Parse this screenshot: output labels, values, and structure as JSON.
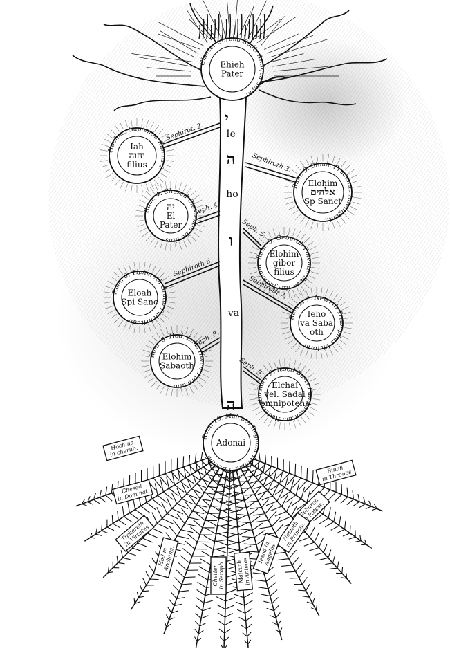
{
  "trunk": {
    "letters": [
      "י",
      "Ie",
      "ה",
      "ho",
      "ו",
      "va",
      "ה"
    ]
  },
  "top": {
    "sefira": {
      "lines": [
        "Ehieh",
        "Pater"
      ],
      "ring": "Chetter Corona Radix Antiqua Seph."
    }
  },
  "branches": [
    {
      "label": "Sephirot. 2.",
      "lines": [
        "Iah",
        "יהוה",
        "filius"
      ],
      "heading": "Hochma",
      "ring": "Hochma Sapientia Ramus 2."
    },
    {
      "label": "Sephiroth 3.",
      "lines": [
        "Elohim",
        "אלהים",
        "Sp Sanct"
      ],
      "heading": "Binah",
      "ring": "Ram. 3. Binah. Prudentia Intelligentia"
    },
    {
      "label": "Seph. 4.",
      "lines": [
        "יה",
        "El",
        "Pater"
      ],
      "heading": "Chesed",
      "ring": "Ram. 4. Chesed Clementia Bonitas"
    },
    {
      "label": "Seph. 5.",
      "lines": [
        "Elohim",
        "gibor",
        "filius"
      ],
      "heading": "Geburah",
      "ring": "Ram. 5. Geburah Potentia Severitas Judicium"
    },
    {
      "label": "Sephiroth 6.",
      "lines": [
        "Eloah",
        "Spi Sanc"
      ],
      "heading": "Tiphereth",
      "ring": "Ram. 6. Tiphereth Gratia Pulchritudo"
    },
    {
      "label": "Sephiroth 7.",
      "lines": [
        "Ieho",
        "va Saba",
        "oth"
      ],
      "heading": "Netzeth",
      "ring": "Ramus 7. Netzeth Triumphus Victoria"
    },
    {
      "label": "Seph. 8.",
      "lines": [
        "Elohim",
        "Sabaoth"
      ],
      "heading": "Hod",
      "ring": "Ram. 8. Hod. Laus Honor Formatio"
    },
    {
      "label": "Seph. 9.",
      "lines": [
        "Elchai",
        "vel. Sadai",
        "omnipotens"
      ],
      "heading": "Iesod",
      "ring": "Ram. 9. Iesod Basis Fundamentum Redemptio"
    }
  ],
  "root": {
    "sefira": {
      "lines": [
        "Adonai"
      ],
      "ring": "Ram. 10. Malcuth Regnum Templum Domini"
    }
  },
  "plaques": [
    {
      "lines": [
        "Hochma",
        "in cherub."
      ]
    },
    {
      "lines": [
        "Binah",
        "in Thronos"
      ]
    },
    {
      "lines": [
        "Chesed",
        "in Dominat."
      ]
    },
    {
      "lines": [
        "Geburah",
        "in Potest."
      ]
    },
    {
      "lines": [
        "Tiphereth",
        "in Virtutes"
      ]
    },
    {
      "lines": [
        "Netzeth",
        "in Princip."
      ]
    },
    {
      "lines": [
        "Hod in",
        "Archang."
      ]
    },
    {
      "lines": [
        "Iesod in",
        "Angelos"
      ]
    },
    {
      "lines": [
        "Chetter",
        "in Seraph"
      ]
    },
    {
      "lines": [
        "Malcuth",
        "in Animas"
      ]
    }
  ],
  "colors": {
    "ink": "#111111",
    "paper": "#ffffff"
  }
}
